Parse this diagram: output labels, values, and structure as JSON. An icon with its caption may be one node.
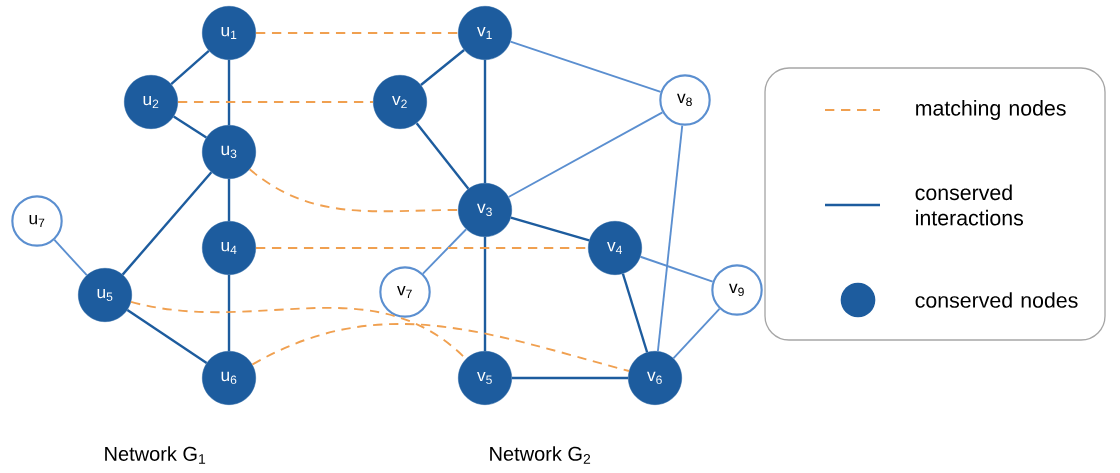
{
  "diagram": {
    "nodes": [
      {
        "text": [
          "u$_{1}$"
        ]
      },
      {
        "text": [
          "u$_{2}$"
        ]
      },
      {
        "text": [
          "u$_{3}$"
        ]
      },
      {
        "text": [
          "u$_{4}$"
        ]
      },
      {
        "text": [
          "u$_{5}$"
        ]
      },
      {
        "text": [
          "u$_{6}$"
        ]
      },
      {
        "text": [
          "u$_{7}$"
        ]
      },
      {
        "text": [
          "v$_{1}$"
        ]
      },
      {
        "text": [
          "v$_{2}$"
        ]
      },
      {
        "text": [
          "v$_{3}$"
        ]
      },
      {
        "text": [
          "v$_{4}$"
        ]
      },
      {
        "text": [
          "v$_{5}$"
        ]
      },
      {
        "text": [
          "v$_{6}$"
        ]
      },
      {
        "text": [
          "v$_{7}$"
        ]
      },
      {
        "text": [
          "v$_{8}$"
        ]
      },
      {
        "text": [
          "v$_{9}$"
        ]
      }
    ],
    "edges": [
      {
        "from": 0,
        "to": 1,
        "arrow": "none"
      },
      {
        "from": 0,
        "to": 2,
        "arrow": "none"
      },
      {
        "from": 1,
        "to": 2,
        "arrow": "none"
      },
      {
        "from": 2,
        "to": 3,
        "arrow": "none"
      },
      {
        "from": 2,
        "to": 4,
        "arrow": "none"
      },
      {
        "from": 3,
        "to": 5,
        "arrow": "none"
      },
      {
        "from": 4,
        "to": 5,
        "arrow": "none"
      },
      {
        "from": 4,
        "to": 6,
        "arrow": "none",
        "color": "#5b8fd0"
      },
      {
        "from": 7,
        "to": 8,
        "arrow": "none"
      },
      {
        "from": 7,
        "to": 9,
        "arrow": "none"
      },
      {
        "from": 8,
        "to": 9,
        "arrow": "none"
      },
      {
        "from": 9,
        "to": 10,
        "arrow": "none"
      },
      {
        "from": 9,
        "to": 11,
        "arrow": "none"
      },
      {
        "from": 11,
        "to": 12,
        "arrow": "none"
      },
      {
        "from": 10,
        "to": 12,
        "arrow": "none"
      },
      {
        "from": 7,
        "to": 14,
        "arrow": "none",
        "color": "#5b8fd0"
      },
      {
        "from": 9,
        "to": 14,
        "arrow": "none",
        "color": "#5b8fd0"
      },
      {
        "from": 14,
        "to": 12,
        "arrow": "none",
        "color": "#5b8fd0"
      },
      {
        "from": 9,
        "to": 13,
        "arrow": "none",
        "color": "#5b8fd0"
      },
      {
        "from": 10,
        "to": 15,
        "arrow": "none",
        "color": "#5b8fd0"
      },
      {
        "from": 15,
        "to": 12,
        "arrow": "none",
        "color": "#5b8fd0"
      },
      {
        "from": 0,
        "to": 7,
        "arrow": "none",
        "style": "dashed",
        "color": "#f0a050"
      },
      {
        "from": 1,
        "to": 8,
        "arrow": "none",
        "style": "dashed",
        "color": "#f0a050"
      },
      {
        "from": 2,
        "to": 9,
        "arrow": "none",
        "style": "dashed",
        "color": "#f0a050"
      },
      {
        "from": 3,
        "to": 10,
        "arrow": "none",
        "style": "dashed",
        "color": "#f0a050"
      },
      {
        "from": 4,
        "to": 11,
        "arrow": "none",
        "style": "dashed",
        "color": "#f0a050"
      },
      {
        "from": 5,
        "to": 12,
        "arrow": "none",
        "style": "dashed",
        "color": "#f0a050"
      }
    ],
    "labels": [
      "Network G$_{1}$",
      "Network G$_{2}$"
    ],
    "legend": [
      {
        "text": "matching nodes"
      },
      {
        "text": "conserved interactions"
      },
      {
        "text": "conserved nodes"
      }
    ]
  }
}
